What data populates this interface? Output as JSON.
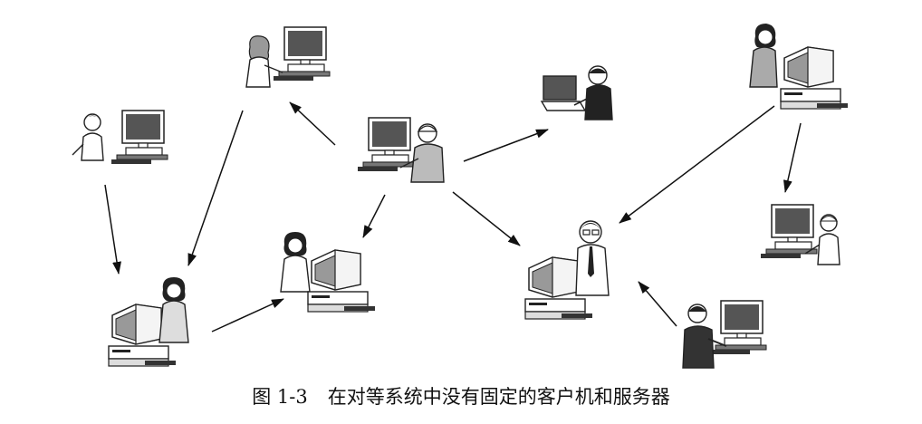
{
  "figure": {
    "caption_number": "图 1-3",
    "caption_text": "在对等系统中没有固定的客户机和服务器"
  },
  "diagram": {
    "nodes": [
      {
        "id": "n1",
        "kind": "woman-monitor"
      },
      {
        "id": "n2",
        "kind": "man-monitor"
      },
      {
        "id": "n3",
        "kind": "man-cap-monitor"
      },
      {
        "id": "n4",
        "kind": "man-laptop"
      },
      {
        "id": "n5",
        "kind": "woman-desktop-tower"
      },
      {
        "id": "n6",
        "kind": "man-monitor"
      },
      {
        "id": "n7",
        "kind": "woman-crt-desktop"
      },
      {
        "id": "n8",
        "kind": "woman-crt-desktop"
      },
      {
        "id": "n9",
        "kind": "man-glasses-crt-desktop"
      },
      {
        "id": "n10",
        "kind": "man-suit-monitor"
      }
    ],
    "edges": [
      {
        "from": "n3",
        "to": "n1"
      },
      {
        "from": "n3",
        "to": "n4"
      },
      {
        "from": "n3",
        "to": "n8"
      },
      {
        "from": "n3",
        "to": "n9"
      },
      {
        "from": "n1",
        "to": "n7"
      },
      {
        "from": "n2",
        "to": "n7"
      },
      {
        "from": "n7",
        "to": "n8"
      },
      {
        "from": "n5",
        "to": "n9"
      },
      {
        "from": "n5",
        "to": "n6"
      },
      {
        "from": "n10",
        "to": "n9"
      }
    ]
  }
}
